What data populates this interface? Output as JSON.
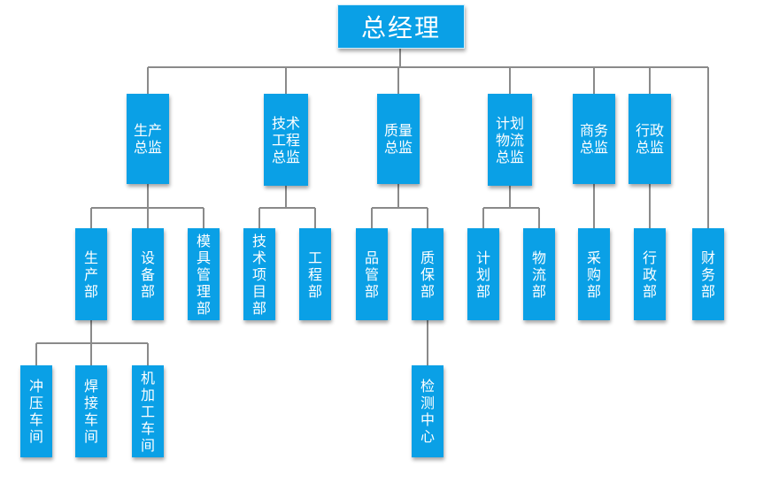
{
  "org": {
    "ceo": "总经理",
    "directors": {
      "production": "生产总监",
      "technical": "技术工程总监",
      "quality": "质量总监",
      "planning": "计划物流总监",
      "business": "商务总监",
      "admin": "行政总监"
    },
    "departments": {
      "production": "生产部",
      "equipment": "设备部",
      "mold": "模具管理部",
      "tech_project": "技术项目部",
      "engineering": "工程部",
      "quality_mgmt": "品管部",
      "quality_assurance": "质保部",
      "planning": "计划部",
      "logistics": "物流部",
      "purchasing": "采购部",
      "admin": "行政部",
      "finance": "财务部"
    },
    "workshops": {
      "stamping": "冲压车间",
      "welding": "焊接车间",
      "machining": "机加工车间",
      "testing": "检测中心"
    }
  }
}
